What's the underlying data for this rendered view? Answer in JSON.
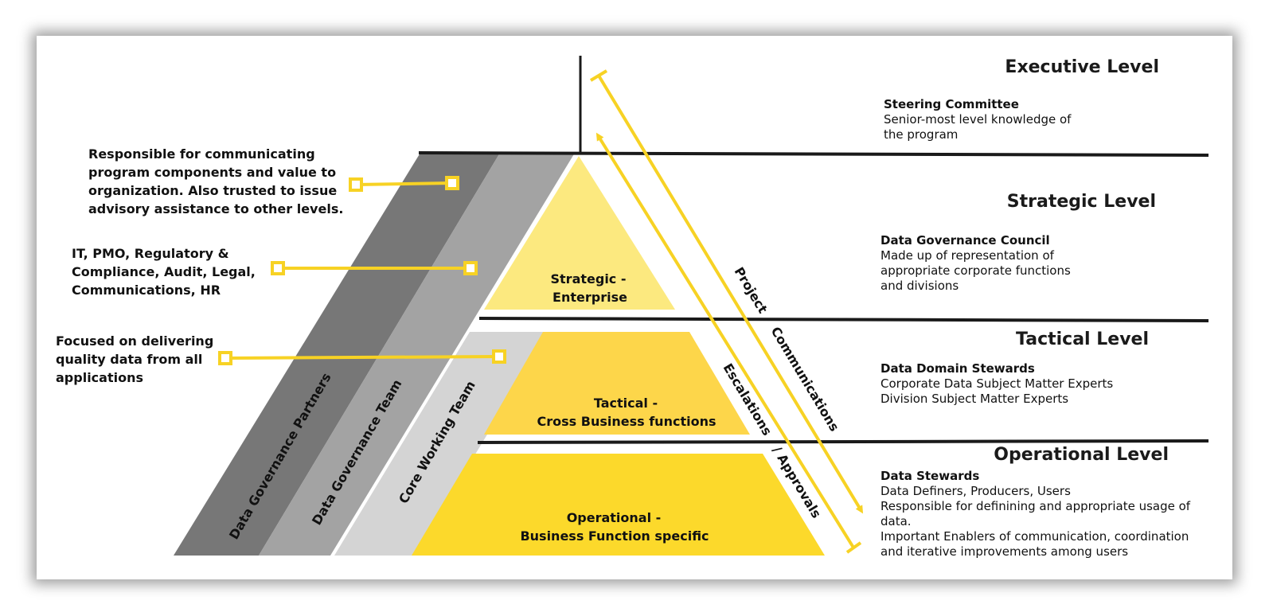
{
  "colors": {
    "partners": "#777777",
    "gov_team": "#a3a3a3",
    "core_team": "#d4d4d4",
    "strategic": "#fce97f",
    "tactical": "#fdd64a",
    "operational": "#fcd92b",
    "accent": "#f7d224",
    "rule": "#1a1a1a"
  },
  "levels": {
    "executive": {
      "title": "Executive Level",
      "role": "Steering Committee",
      "lines": [
        "Senior-most level knowledge of",
        "the program"
      ]
    },
    "strategic": {
      "title": "Strategic Level",
      "role": "Data Governance Council",
      "lines": [
        "Made up of representation of",
        "appropriate corporate functions",
        "and divisions"
      ]
    },
    "tactical": {
      "title": "Tactical Level",
      "role": "Data Domain Stewards",
      "lines": [
        "Corporate Data Subject Matter Experts",
        "Division Subject Matter Experts"
      ]
    },
    "operational": {
      "title": "Operational Level",
      "role": "Data Stewards",
      "lines": [
        "Data Definers, Producers, Users",
        "Responsible for definining and appropriate usage of",
        "data.",
        "Important Enablers of communication, coordination",
        "and iterative improvements among users"
      ]
    }
  },
  "pyramid": {
    "strategic": [
      "Strategic  -",
      "Enterprise"
    ],
    "tactical": [
      "Tactical -",
      "Cross Business functions"
    ],
    "operational": [
      "Operational -",
      "Business Function specific"
    ]
  },
  "bands": {
    "partners": "Data Governance Partners",
    "gov_team": "Data Governance Team",
    "core_team": "Core Working Team"
  },
  "left_notes": {
    "partners": [
      "Responsible for communicating",
      "program components and value to",
      "organization. Also trusted to issue",
      "advisory assistance to other levels."
    ],
    "gov_team": [
      "IT, PMO, Regulatory &",
      "Compliance, Audit, Legal,",
      "Communications, HR"
    ],
    "core_team": [
      "Focused on delivering",
      "quality data from all",
      "applications"
    ]
  },
  "arrows": {
    "project": "Project",
    "communications": "Communications",
    "escalations": "Escalations",
    "approvals": "/ Approvals"
  }
}
